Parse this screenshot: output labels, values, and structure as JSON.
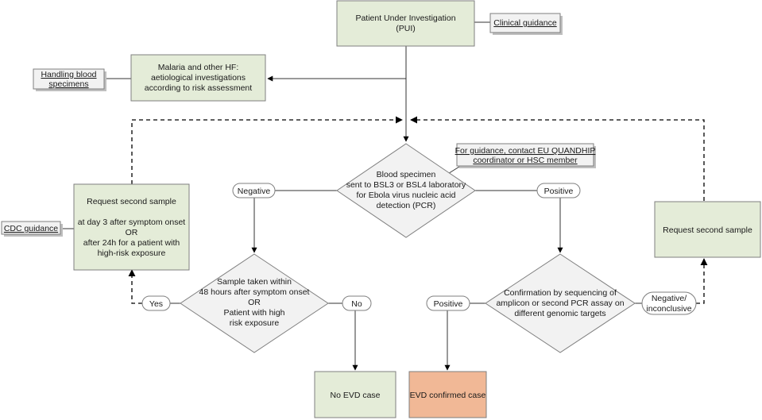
{
  "pui": {
    "line1": "Patient Under Investigation",
    "line2": "(PUI)"
  },
  "clinical_guidance": "Clinical guidance",
  "handling": {
    "line1": "Handling blood",
    "line2": "specimens"
  },
  "malaria": {
    "line1": "Malaria and other HF:",
    "line2": "aetiological investigations",
    "line3": "according to risk assessment"
  },
  "quandhip": {
    "line1": "For guidance, contact EU QUANDHIP",
    "line2": "coordinator or HSC member"
  },
  "blood_specimen": {
    "line1": "Blood specimen",
    "line2": "sent to BSL3 or BSL4 laboratory",
    "line3": "for Ebola virus nucleic acid",
    "line4": "detection (PCR)"
  },
  "negative": "Negative",
  "positive": "Positive",
  "request_left": {
    "line1": "Request second sample",
    "line2": "at day 3 after symptom onset",
    "line3": "OR",
    "line4": "after 24h for a patient with",
    "line5": "high-risk exposure"
  },
  "cdc_guidance": "CDC guidance",
  "sample_taken": {
    "line1": "Sample taken within",
    "line2": "48 hours after symptom onset",
    "line3": "OR",
    "line4": "Patient with high",
    "line5": "risk exposure"
  },
  "yes": "Yes",
  "no": "No",
  "confirmation": {
    "line1": "Confirmation by sequencing of",
    "line2": "amplicon or second PCR assay on",
    "line3": "different genomic targets"
  },
  "positive2": "Positive",
  "neg_inconclusive": {
    "line1": "Negative/",
    "line2": "inconclusive"
  },
  "request_right": "Request second sample",
  "no_evd": "No EVD case",
  "evd_confirmed": "EVD confirmed case"
}
